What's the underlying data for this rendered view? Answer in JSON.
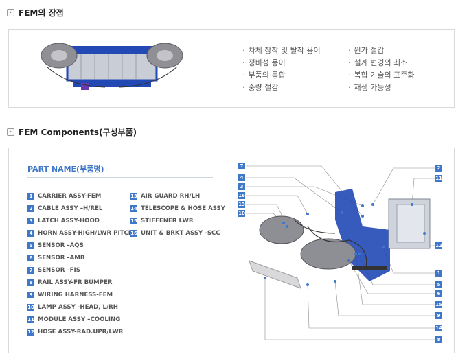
{
  "section1": {
    "icon": "chevron-right-icon",
    "title": "FEM의 장점",
    "features_left": [
      "차체 장착 및 탈착 용이",
      "정비성 용이",
      "부품의 통합",
      "중량 절감"
    ],
    "features_right": [
      "원가 절감",
      "설계 변경의 최소",
      "복합 기술의 표준화",
      "재생 가능성"
    ]
  },
  "section2": {
    "icon": "chevron-right-icon",
    "title": "FEM Components(구성부품)",
    "part_name_title": "PART NAME(부품명)",
    "parts_left": [
      {
        "num": "1",
        "name": "CARRIER ASSY-FEM"
      },
      {
        "num": "2",
        "name": "CABLE ASSY –H/REL"
      },
      {
        "num": "3",
        "name": "LATCH ASSY-HOOD"
      },
      {
        "num": "4",
        "name": "HORN ASSY-HIGH/LWR PITCH"
      },
      {
        "num": "5",
        "name": "SENSOR –AQS"
      },
      {
        "num": "6",
        "name": "SENSOR –AMB"
      },
      {
        "num": "7",
        "name": "SENSOR –FIS"
      },
      {
        "num": "8",
        "name": "RAIL ASSY-FR BUMPER"
      },
      {
        "num": "9",
        "name": "WIRING HARNESS-FEM"
      },
      {
        "num": "10",
        "name": "LAMP ASSY -HEAD, L/RH"
      },
      {
        "num": "11",
        "name": "MODULE ASSY –COOLING"
      },
      {
        "num": "12",
        "name": "HOSE ASSY-RAD.UPR/LWR"
      }
    ],
    "parts_right": [
      {
        "num": "13",
        "name": "AIR GUARD RH/LH"
      },
      {
        "num": "14",
        "name": "TELESCOPE & HOSE ASSY"
      },
      {
        "num": "15",
        "name": "STIFFENER LWR"
      },
      {
        "num": "16",
        "name": "UNIT & BRKT ASSY -SCC"
      }
    ],
    "callouts_left": [
      "7",
      "4",
      "3",
      "16",
      "13",
      "10"
    ],
    "callouts_right_top": [
      "2",
      "11"
    ],
    "callout_right_mid": "12",
    "callouts_right_bottom": [
      "1",
      "5",
      "6",
      "15",
      "9",
      "14",
      "8"
    ]
  },
  "colors": {
    "accent": "#3f78c8",
    "structure": "#1f47b8",
    "lamp": "#9a9aa0"
  }
}
